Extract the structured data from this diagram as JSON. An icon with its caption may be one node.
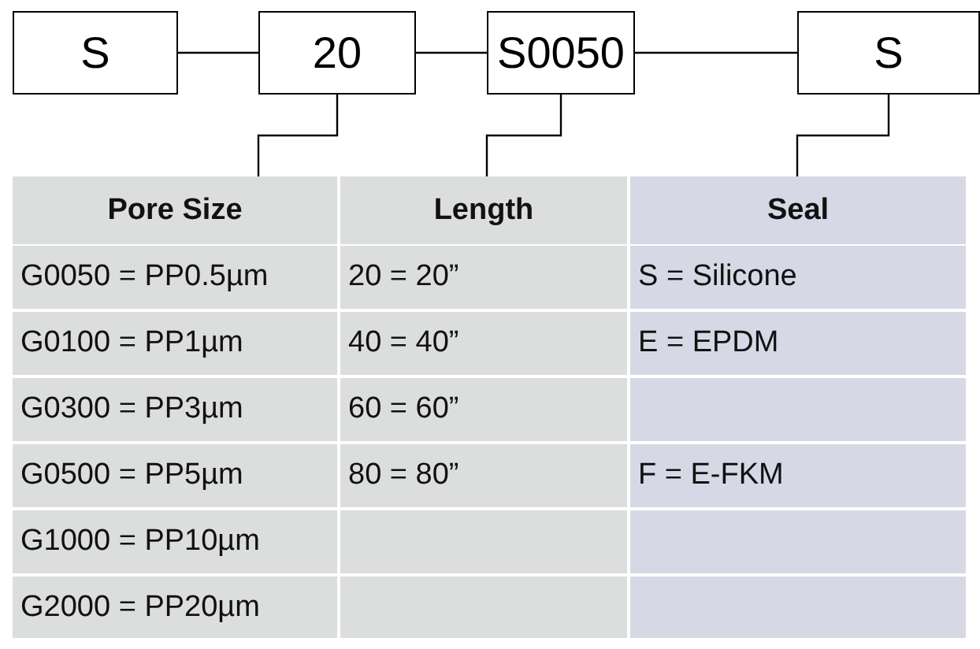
{
  "diagram": {
    "nodes": [
      {
        "text": [
          "S"
        ]
      },
      {
        "text": [
          "20"
        ]
      },
      {
        "text": [
          "S0050"
        ]
      },
      {
        "text": [
          "S"
        ]
      },
      {
        "text": [
          "Pore Size"
        ]
      },
      {
        "text": [
          "Length"
        ]
      },
      {
        "text": [
          "Seal"
        ]
      }
    ],
    "edges": [
      {
        "from": 0,
        "to": 1,
        "arrow": "none"
      },
      {
        "from": 1,
        "to": 2,
        "arrow": "none"
      },
      {
        "from": 2,
        "to": 3,
        "arrow": "none"
      },
      {
        "from": 1,
        "to": 4,
        "arrow": "none"
      },
      {
        "from": 2,
        "to": 5,
        "arrow": "none"
      },
      {
        "from": 3,
        "to": 6,
        "arrow": "none"
      }
    ],
    "labels": [
      "G0050 = PP0.5µm",
      "20 = 20”",
      "S = Silicone",
      "G0100 = PP1µm",
      "40 = 40”",
      "E = EPDM",
      "G0300 = PP3µm",
      "60 = 60”",
      "G0500 = PP5µm",
      "80 = 80”",
      "F = E-FKM",
      "G1000 = PP10µm",
      "G2000 = PP20µm"
    ]
  }
}
